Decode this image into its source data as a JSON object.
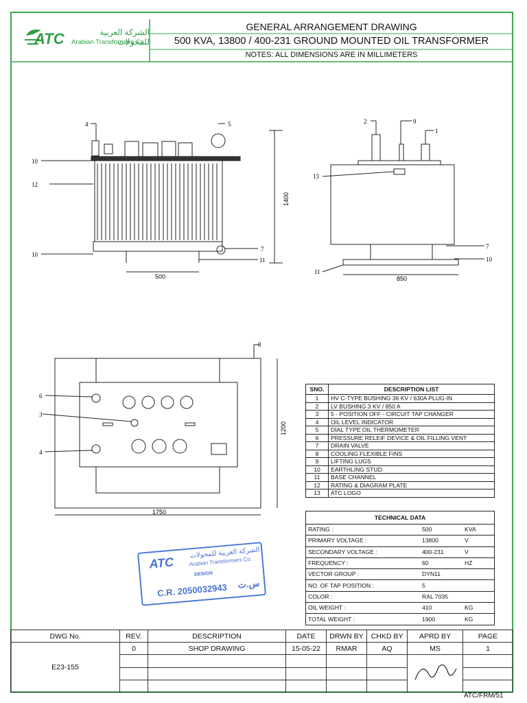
{
  "header": {
    "logo_text": "ATC",
    "company_arabic": "الشركة العربية للمحولات",
    "company_english": "Arabian Transformers Co.",
    "title_line1": "GENERAL ARRANGEMENT DRAWING",
    "title_line2": "500 KVA, 13800 / 400-231 GROUND MOUNTED OIL TRANSFORMER",
    "title_line3": "NOTES: ALL DIMENSIONS ARE IN MILLIMETERS"
  },
  "drawing": {
    "front_dim_width": "500",
    "front_dim_height": "1400",
    "side_dim_width": "850",
    "top_dim_width": "1750",
    "top_dim_height": "1200",
    "callouts": {
      "c1": "1",
      "c2": "2",
      "c3": "3",
      "c4": "4",
      "c5": "5",
      "c6": "6",
      "c7": "7",
      "c8": "8",
      "c9": "9",
      "c10": "10",
      "c11": "11",
      "c12": "12",
      "c13": "13"
    }
  },
  "description_list": {
    "header_sno": "SNO.",
    "header_desc": "DESCRIPTION LIST",
    "rows": [
      {
        "no": "1",
        "text": "HV C-TYPE BUSHING 36 KV / 630A PLUG-IN"
      },
      {
        "no": "2",
        "text": "LV BUSHING 3 KV / 850 A"
      },
      {
        "no": "3",
        "text": "5 - POSITION OFF - CIRCUIT TAP CHANGER"
      },
      {
        "no": "4",
        "text": "OIL LEVEL INDICATOR"
      },
      {
        "no": "5",
        "text": "DIAL TYPE OIL THERMOMETER"
      },
      {
        "no": "6",
        "text": "PRESSURE RELEIF DEVICE & OIL FILLING VENT"
      },
      {
        "no": "7",
        "text": "DRAIN VALVE"
      },
      {
        "no": "8",
        "text": "COOLING FLEXIBLE FINS"
      },
      {
        "no": "9",
        "text": "LIFTING LUGS"
      },
      {
        "no": "10",
        "text": "EARTHLING STUD"
      },
      {
        "no": "11",
        "text": "BASE CHANNEL"
      },
      {
        "no": "12",
        "text": "RATING & DIAGRAM PLATE"
      },
      {
        "no": "13",
        "text": "ATC LOGO"
      }
    ]
  },
  "technical_data": {
    "header": "TECHNICAL DATA",
    "rows": [
      {
        "label": "RATING :",
        "value": "500",
        "unit": "KVA"
      },
      {
        "label": "PRIMARY VOLTAGE :",
        "value": "13800",
        "unit": "V"
      },
      {
        "label": "SECONDARY VOLTAGE :",
        "value": "400-231",
        "unit": "V"
      },
      {
        "label": "FREQUENCY :",
        "value": "60",
        "unit": "HZ"
      },
      {
        "label": "VECTOR GROUP :",
        "value": "DYN11",
        "unit": ""
      },
      {
        "label": "NO. OF TAP POSITION :",
        "value": "5",
        "unit": ""
      },
      {
        "label": "COLOR :",
        "value": "RAL 7035",
        "unit": ""
      },
      {
        "label": "OIL WEIGHT :",
        "value": "410",
        "unit": "KG"
      },
      {
        "label": "TOTAL WEIGHT :",
        "value": "1900",
        "unit": "KG"
      }
    ]
  },
  "stamp": {
    "logo": "ATC",
    "arabic": "الشركة العربية للمحولات",
    "english": "Arabian Transformers Co.",
    "dept": "DESIGN",
    "cr": "C.R. 2050032943",
    "cr_arabic": "س.ت"
  },
  "title_block": {
    "dwg_no_label": "DWG No.",
    "dwg_no": "E23-155",
    "rev_label": "REV.",
    "rev": "0",
    "desc_label": "DESCRIPTION",
    "desc": "SHOP DRAWING",
    "date_label": "DATE",
    "date": "15-05-22",
    "drwn_label": "DRWN BY",
    "drwn": "RMAR",
    "chkd_label": "CHKD BY",
    "chkd": "AQ",
    "aprd_label": "APRD BY",
    "aprd": "MS",
    "page_label": "PAGE",
    "page": "1"
  },
  "footer_ref": "ATC/FRM/51",
  "colors": {
    "frame": "#3aa64a",
    "logo_green": "#2e9e44",
    "stamp_blue": "#4a72cf",
    "line": "#222222"
  }
}
